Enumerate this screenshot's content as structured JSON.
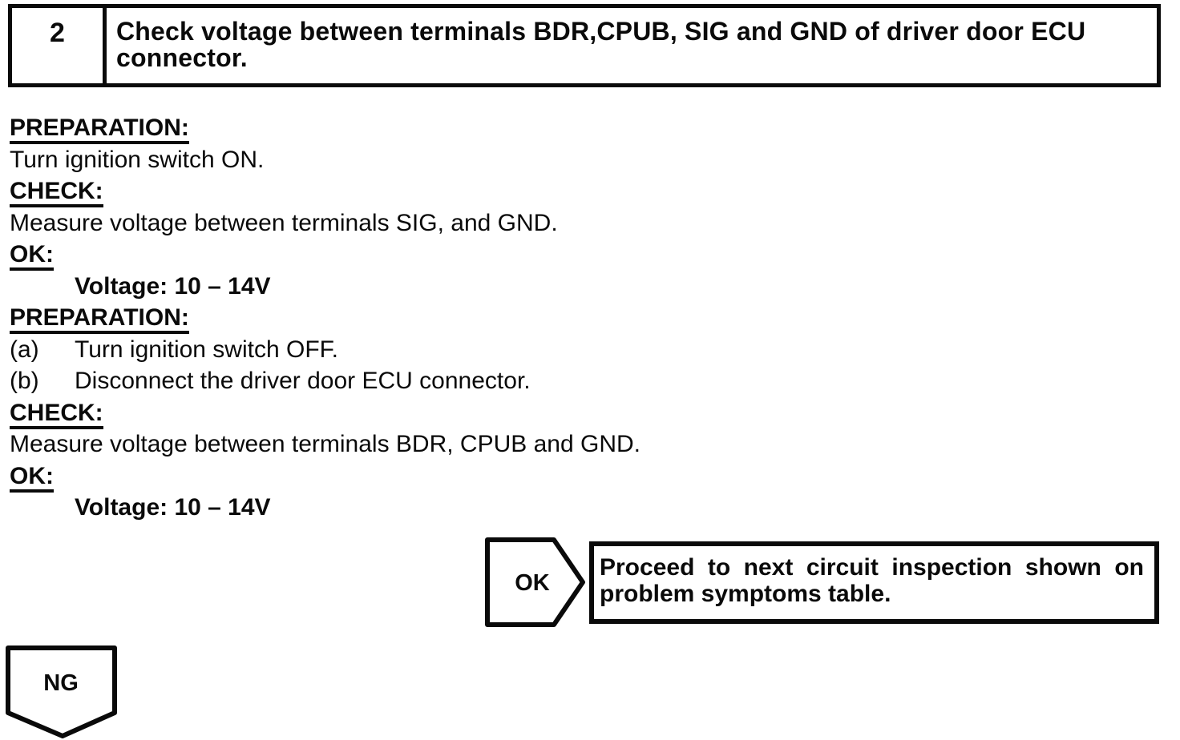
{
  "colors": {
    "ink": "#0a0a0a",
    "paper": "#ffffff"
  },
  "step_header": {
    "number": "2",
    "title": "Check voltage between terminals BDR,CPUB, SIG and GND of driver door ECU connector."
  },
  "procedure": {
    "lines": [
      {
        "type": "heading",
        "text": "PREPARATION:"
      },
      {
        "type": "body",
        "text": "Turn ignition switch ON."
      },
      {
        "type": "heading",
        "text": "CHECK:"
      },
      {
        "type": "body",
        "text": "Measure voltage between terminals SIG, and GND."
      },
      {
        "type": "heading",
        "text": "OK:"
      },
      {
        "type": "spec",
        "text": "Voltage: 10 – 14V"
      },
      {
        "type": "heading",
        "text": "PREPARATION:"
      },
      {
        "type": "step",
        "label": "(a)",
        "text": "Turn ignition switch OFF."
      },
      {
        "type": "step",
        "label": "(b)",
        "text": "Disconnect the driver door ECU connector."
      },
      {
        "type": "heading",
        "text": "CHECK:"
      },
      {
        "type": "body",
        "text": "Measure voltage between terminals BDR, CPUB and GND."
      },
      {
        "type": "heading",
        "text": "OK:"
      },
      {
        "type": "spec",
        "text": "Voltage: 10 – 14V"
      }
    ]
  },
  "ok_branch": {
    "label": "OK",
    "action_line1": "Proceed to next circuit inspection shown on",
    "action_line2": "problem symptoms table."
  },
  "ng_branch": {
    "label": "NG"
  }
}
